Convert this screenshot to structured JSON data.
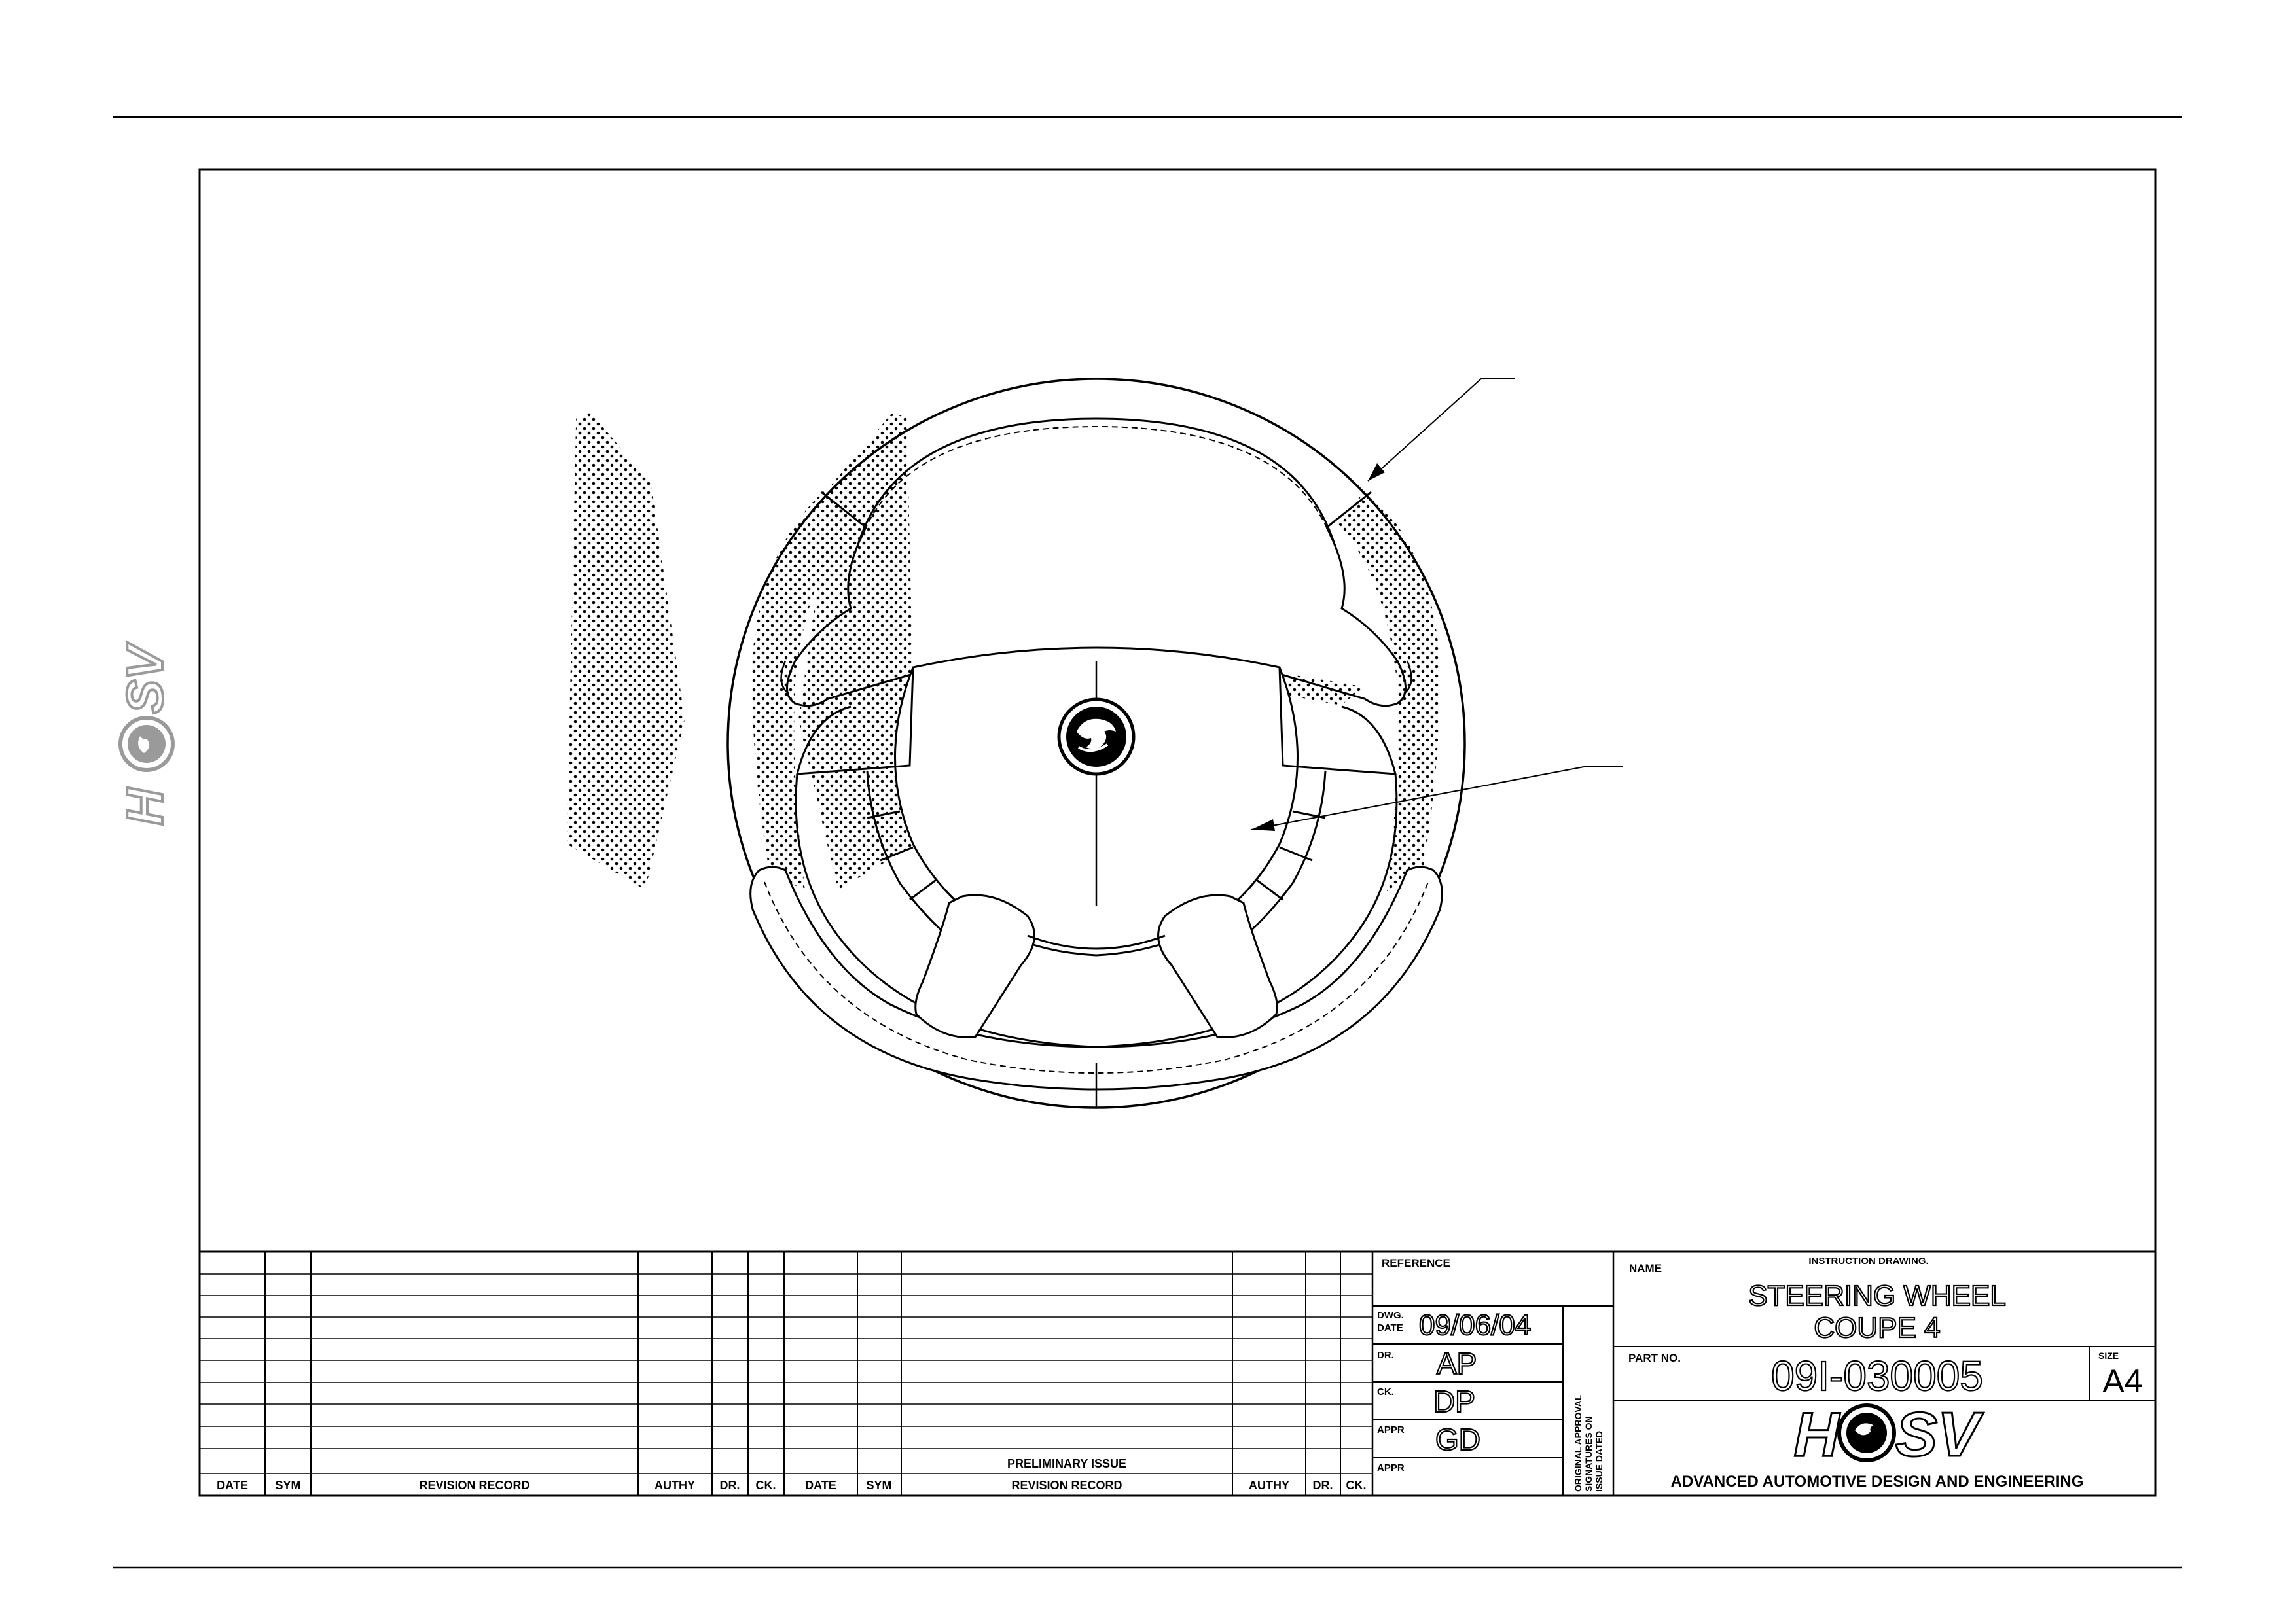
{
  "side_logo": {
    "text": "HSV"
  },
  "title_block": {
    "reference_label": "REFERENCE",
    "dwg_date_label_1": "DWG.",
    "dwg_date_label_2": "DATE",
    "dwg_date": "09/06/04",
    "dr_label": "DR.",
    "dr": "AP",
    "ck_label": "CK.",
    "ck": "DP",
    "appr_label": "APPR",
    "appr": "GD",
    "appr2_label": "APPR",
    "approval_note_1": "ORIGINAL APPROVAL",
    "approval_note_2": "SIGNATURES ON",
    "approval_note_3": "ISSUE DATED",
    "name_label": "NAME",
    "instruction": "INSTRUCTION DRAWING.",
    "title_line_1": "STEERING WHEEL",
    "title_line_2": "COUPE 4",
    "part_no_label": "PART NO.",
    "part_no": "09I-030005",
    "size_label": "SIZE",
    "size": "A4",
    "logo_text": "HSV",
    "company_tagline": "ADVANCED AUTOMOTIVE DESIGN AND ENGINEERING"
  },
  "revision_table": {
    "headers_left": [
      "DATE",
      "SYM",
      "REVISION RECORD",
      "AUTHY",
      "DR.",
      "CK."
    ],
    "headers_right": [
      "DATE",
      "SYM",
      "REVISION RECORD",
      "AUTHY",
      "DR.",
      "CK."
    ],
    "preliminary_issue": "PRELIMINARY ISSUE"
  }
}
